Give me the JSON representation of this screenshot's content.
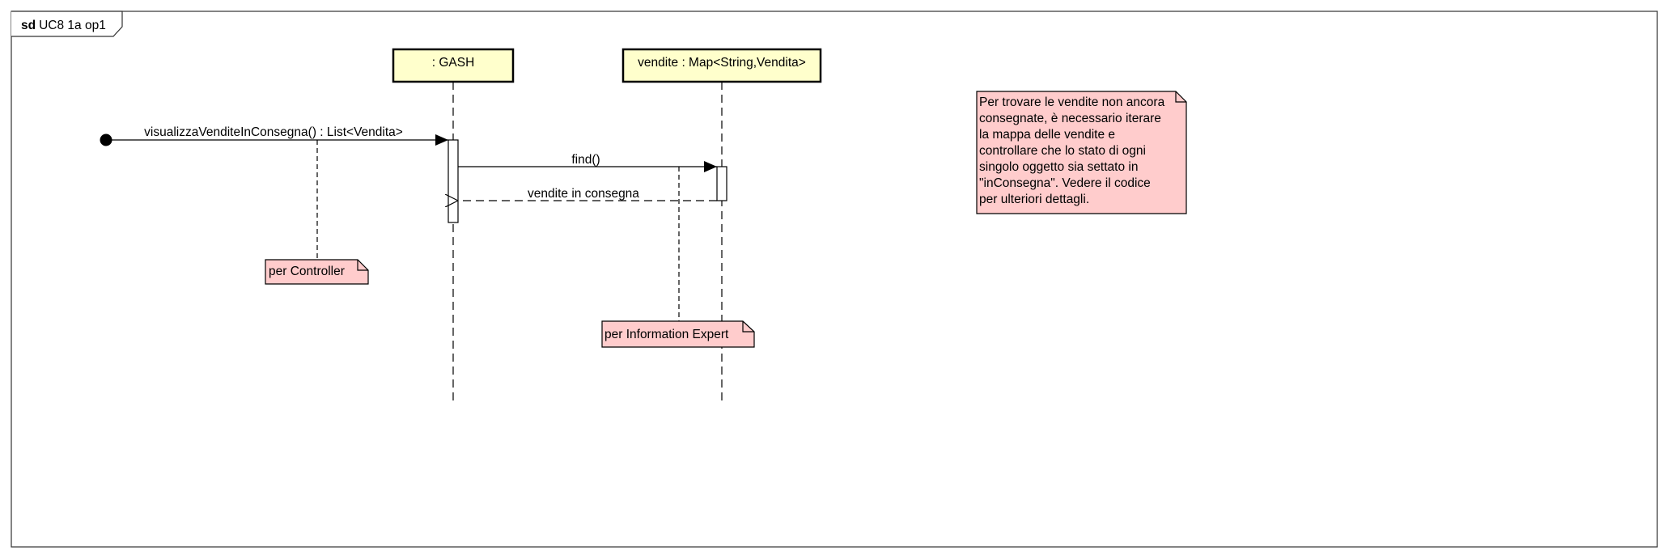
{
  "frame": {
    "keyword": "sd",
    "name": "UC8 1a op1"
  },
  "lifelines": [
    {
      "label": ": GASH"
    },
    {
      "label": "vendite : Map<String,Vendita>"
    }
  ],
  "messages": [
    {
      "label": "visualizzaVenditeInConsegna() : List<Vendita>",
      "kind": "found-sync"
    },
    {
      "label": "find()",
      "kind": "sync"
    },
    {
      "label": "vendite in consegna",
      "kind": "return"
    }
  ],
  "notes": [
    {
      "lines": [
        "per Controller"
      ]
    },
    {
      "lines": [
        "per Information Expert"
      ]
    },
    {
      "lines": [
        "Per trovare le vendite non ancora",
        "consegnate, è necessario iterare",
        "la mappa delle vendite e",
        "controllare che lo stato di ogni",
        "singolo oggetto sia settato in",
        "\"inConsegna\". Vedere il codice",
        "per ulteriori dettagli."
      ]
    }
  ],
  "colors": {
    "lifeline_fill": "#FFFFCC",
    "note_fill": "#FFCCCC",
    "stroke": "#000000",
    "frame_stroke": "#333333",
    "background": "#FFFFFF"
  }
}
